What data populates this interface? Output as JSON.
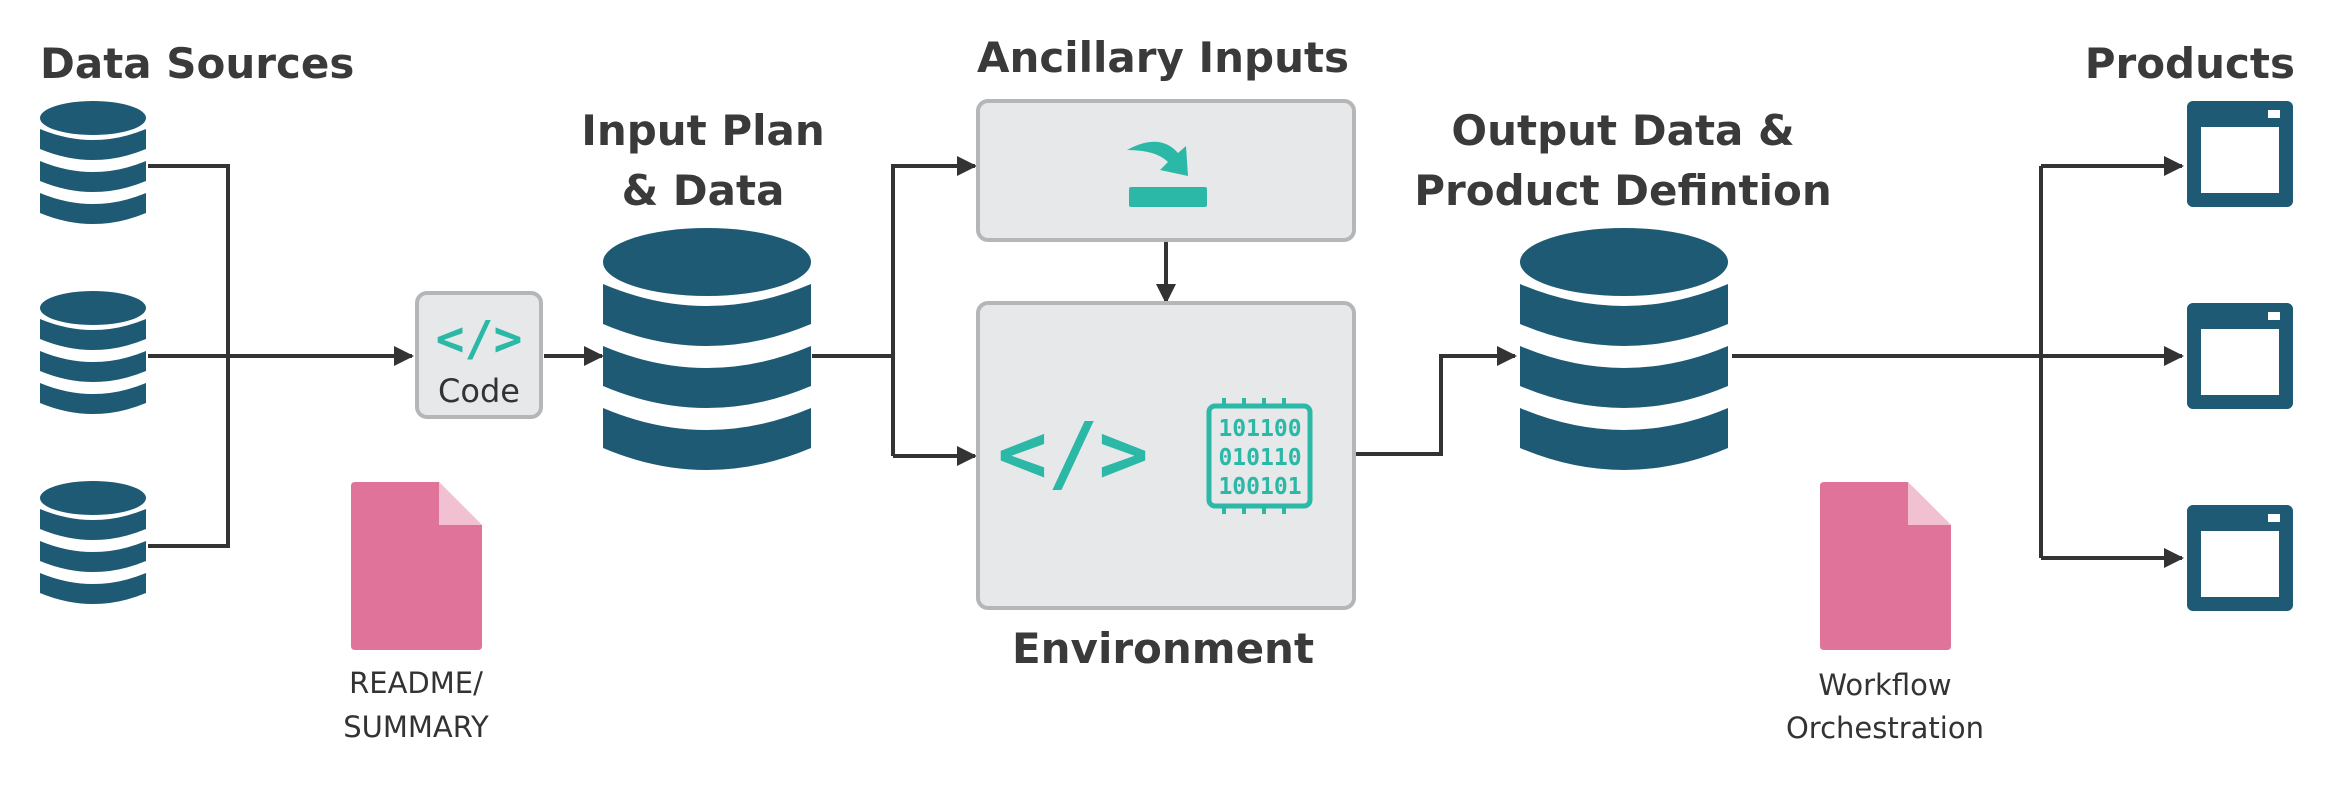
{
  "labels": {
    "data_sources": "Data Sources",
    "input_plan_line1": "Input Plan",
    "input_plan_line2": "& Data",
    "ancillary_inputs": "Ancillary Inputs",
    "environment": "Environment",
    "output_line1": "Output Data &",
    "output_line2": "Product Defintion",
    "products": "Products",
    "code": "Code",
    "readme_line1": "README/",
    "readme_line2": "SUMMARY",
    "workflow_line1": "Workflow",
    "workflow_line2": "Orchestration",
    "code_glyph": "</>",
    "binary_rows": [
      "101100",
      "010110",
      "100101"
    ]
  },
  "colors": {
    "database": "#1e5a74",
    "accent_teal": "#2bb8a7",
    "document_pink": "#e07399",
    "box_fill": "#e7e8e9",
    "box_border": "#b5b6b7",
    "arrow": "#333333",
    "heading": "#3a3a3a"
  },
  "icons": {
    "source_db": "database-icon",
    "doc": "document-icon",
    "import": "import-icon",
    "binary": "binary-data-icon",
    "product": "window-icon"
  }
}
